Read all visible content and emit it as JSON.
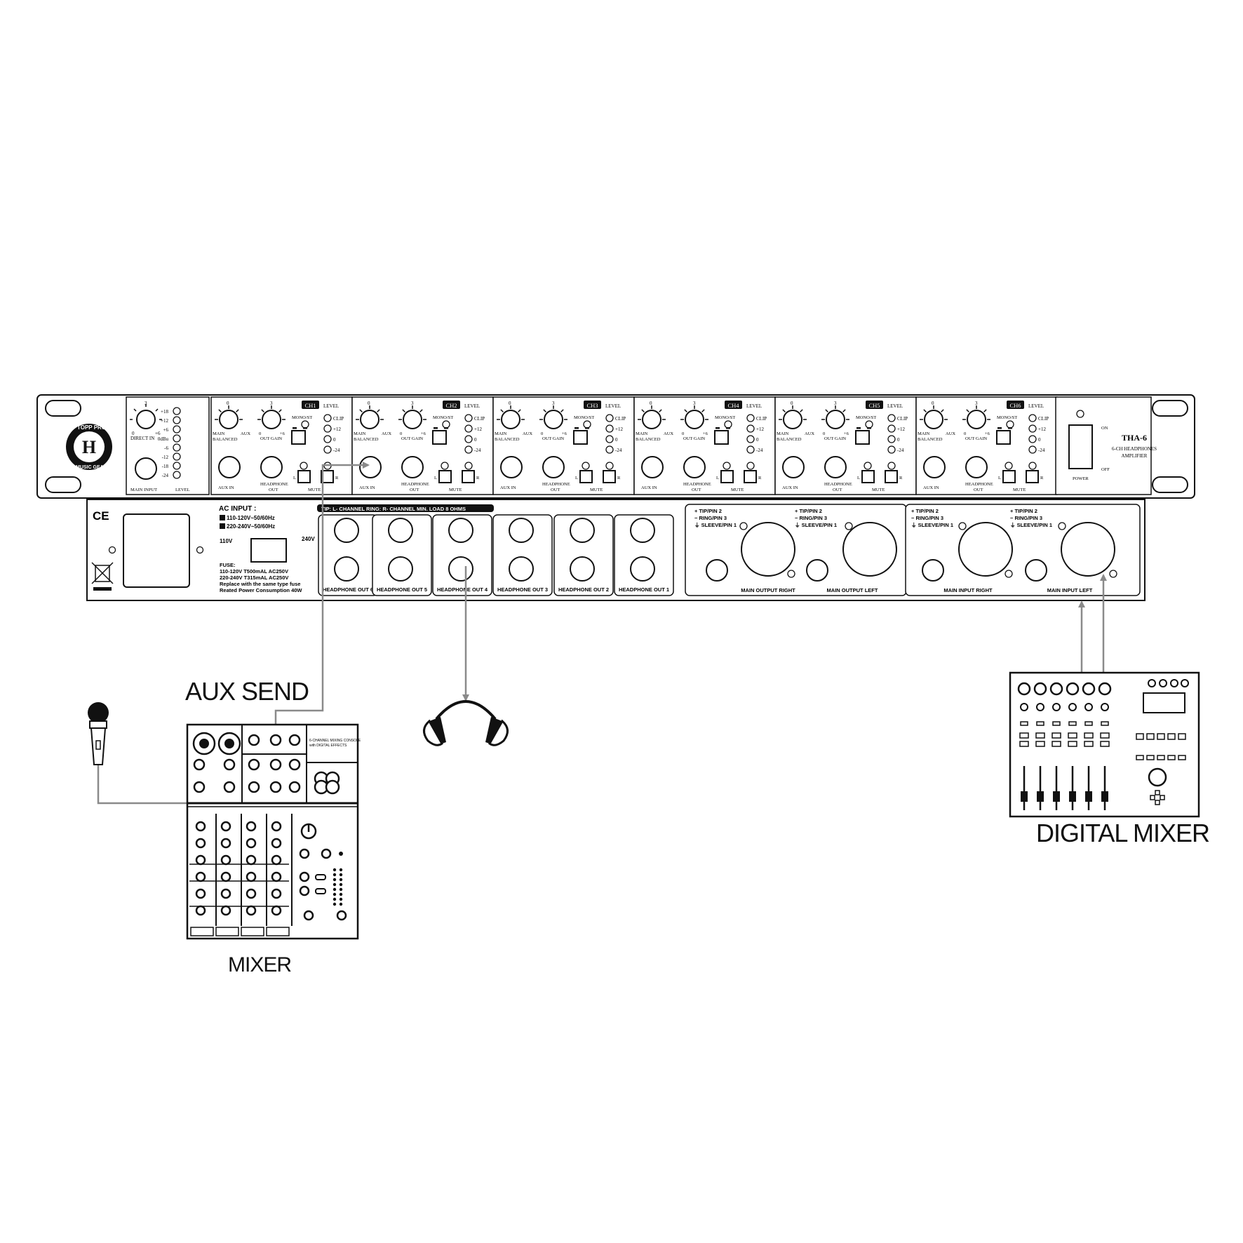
{
  "labels": {
    "aux_send": "AUX SEND",
    "mixer": "MIXER",
    "digital_mixer": "DIGITAL MIXER"
  },
  "front_panel": {
    "logo_lines": [
      "TOPP PRO",
      "MUSIC GEAR"
    ],
    "main": {
      "knob_top": "3",
      "knob_min": "0",
      "knob_max": "+6",
      "direct_in": "DIRECT IN",
      "main_input": "MAIN INPUT",
      "level": "LEVEL",
      "meter": [
        "+18",
        "+12",
        "+6",
        "0dBu",
        "-6",
        "-12",
        "-18",
        "-24"
      ]
    },
    "channel_common": {
      "main": "MAIN",
      "aux": "AUX",
      "balanced": "BALANCED",
      "out_gain": "OUT GAIN",
      "knob_top_left": "0",
      "knob_top_right": "3",
      "knob_min": "0",
      "knob_max": "+6",
      "mono_st": "MONO/ST",
      "level": "LEVEL",
      "meter": [
        "CLIP",
        "+12",
        "0",
        "-24"
      ],
      "aux_in": "AUX IN",
      "headphone": "HEADPHONE",
      "out": "OUT",
      "mute": "MUTE",
      "l": "L",
      "r": "R"
    },
    "channels": [
      "CH1",
      "CH2",
      "CH3",
      "CH4",
      "CH5",
      "CH6"
    ],
    "model": "THA-6",
    "model_desc_1": "6-CH HEADPHONES",
    "model_desc_2": "AMPLIFIER",
    "power": "POWER",
    "on": "ON",
    "off": "OFF"
  },
  "rear_panel": {
    "ce": "CE",
    "ac_input": "AC INPUT :",
    "ac_1": "110-120V~50/60Hz",
    "ac_2": "220-240V~50/60Hz",
    "v110": "110V",
    "v240": "240V",
    "fuse": "FUSE:",
    "fuse_1": "110-120V  T500mAL  AC250V",
    "fuse_2": "220-240V  T315mAL  AC250V",
    "fuse_3": "Replace with the same type fuse",
    "fuse_4": "Reated Power Consumption 40W",
    "tip_banner": "TIP: L- CHANNEL RING: R- CHANNEL MIN. LOAD  8 OHMS",
    "headphone_outs": [
      "HEADPHONE OUT 6",
      "HEADPHONE OUT 5",
      "HEADPHONE OUT 4",
      "HEADPHONE OUT 3",
      "HEADPHONE OUT 2",
      "HEADPHONE OUT 1"
    ],
    "pin_tip": "+ TIP/PIN 2",
    "pin_ring": "− RING/PIN 3",
    "pin_sleeve": "⏚ SLEEVE/PIN 1",
    "main_output_right": "MAIN OUTPUT RIGHT",
    "main_output_left": "MAIN OUTPUT LEFT",
    "main_input_right": "MAIN INPUT RIGHT",
    "main_input_left": "MAIN INPUT LEFT"
  },
  "mixer_device": {
    "desc_1": "6-CHANNEL MIXING CONSOLE",
    "desc_2": "with DIGITAL EFFECTS"
  }
}
